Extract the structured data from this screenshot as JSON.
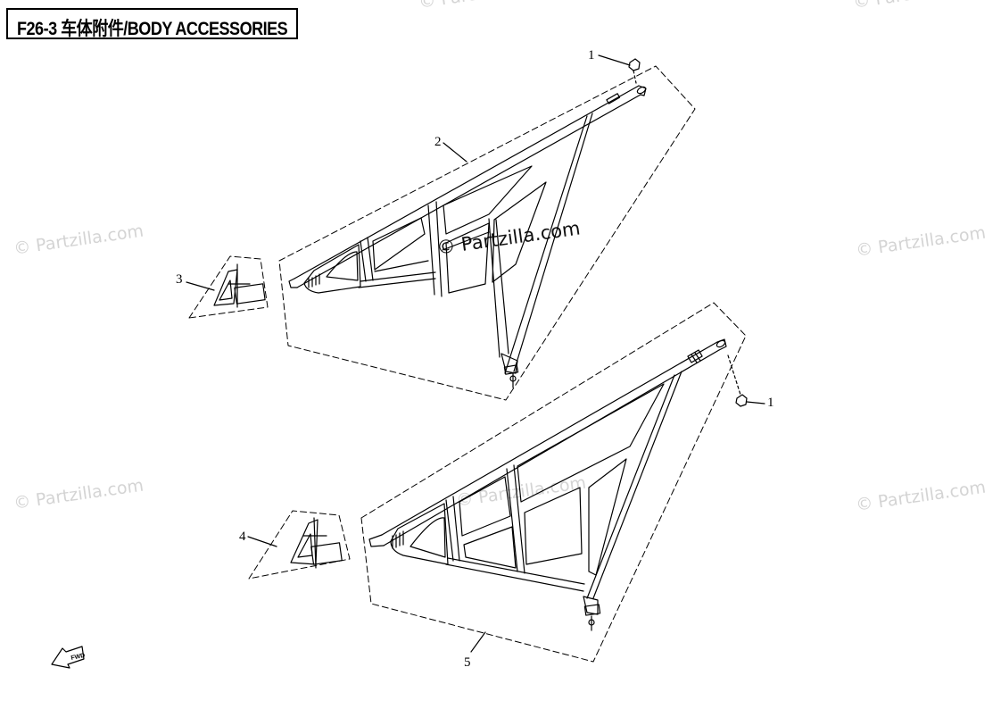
{
  "page": {
    "title": "F26-3 车体附件/BODY ACCESSORIES"
  },
  "watermark": {
    "text": "© Partzilla.com",
    "text_color": "#d4d4d4",
    "center_text_color": "#111111"
  },
  "callouts": {
    "c1_top": "1",
    "c2": "2",
    "c3": "3",
    "c4": "4",
    "c5": "5",
    "c1_right": "1"
  },
  "direction_arrow": {
    "label": "FWD"
  },
  "colors": {
    "line": "#000000",
    "background": "#ffffff"
  }
}
